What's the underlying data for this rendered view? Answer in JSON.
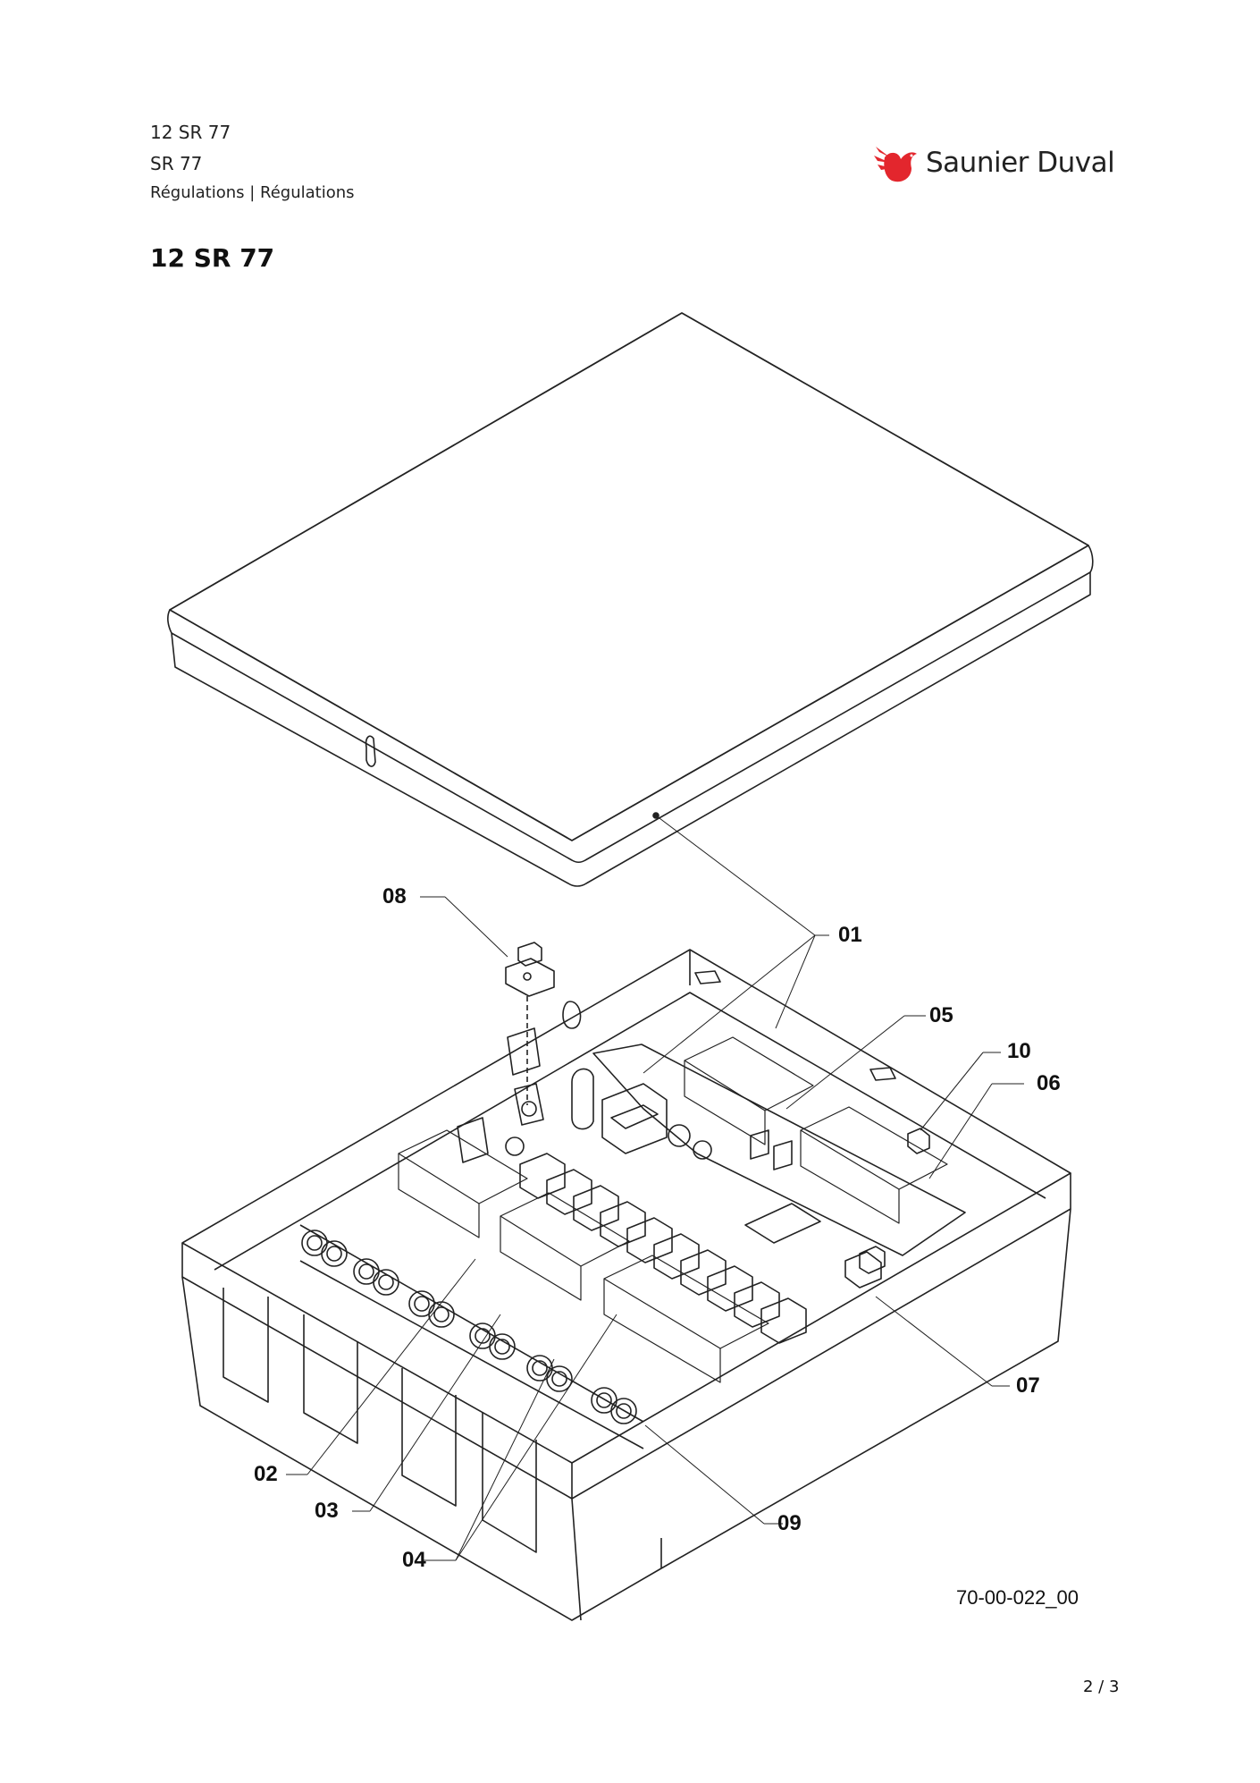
{
  "header": {
    "line1": "12 SR 77",
    "line2": "SR 77",
    "line3": "Régulations | Régulations"
  },
  "title": "12 SR 77",
  "brand": {
    "name": "Saunier Duval",
    "color": "#e3262d"
  },
  "callouts": [
    {
      "id": "c01",
      "label": "01"
    },
    {
      "id": "c02",
      "label": "02"
    },
    {
      "id": "c03",
      "label": "03"
    },
    {
      "id": "c04",
      "label": "04"
    },
    {
      "id": "c05",
      "label": "05"
    },
    {
      "id": "c06",
      "label": "06"
    },
    {
      "id": "c07",
      "label": "07"
    },
    {
      "id": "c08",
      "label": "08"
    },
    {
      "id": "c09",
      "label": "09"
    },
    {
      "id": "c10",
      "label": "10"
    }
  ],
  "doc_ref": "70-00-022_00",
  "page_number": "2 / 3"
}
